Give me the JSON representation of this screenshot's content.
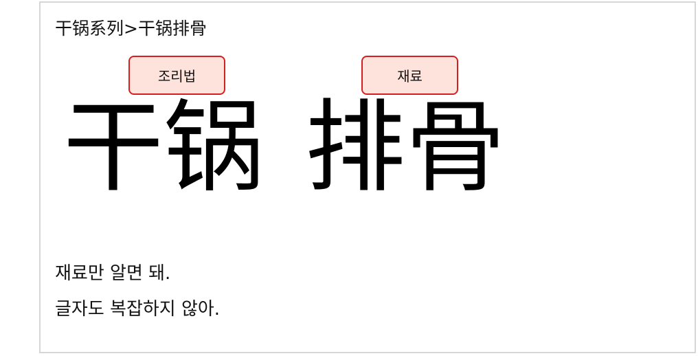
{
  "breadcrumb": "干锅系列>干锅排骨",
  "buttons": {
    "recipe_label": "조리법",
    "ingredient_label": "재료",
    "fill_color": "#fde3dc",
    "border_color": "#d31f1f"
  },
  "title": {
    "part1": "干锅",
    "part2": "排骨"
  },
  "description": {
    "line1": "재료만 알면 돼.",
    "line2": "글자도 복잡하지 않아."
  }
}
